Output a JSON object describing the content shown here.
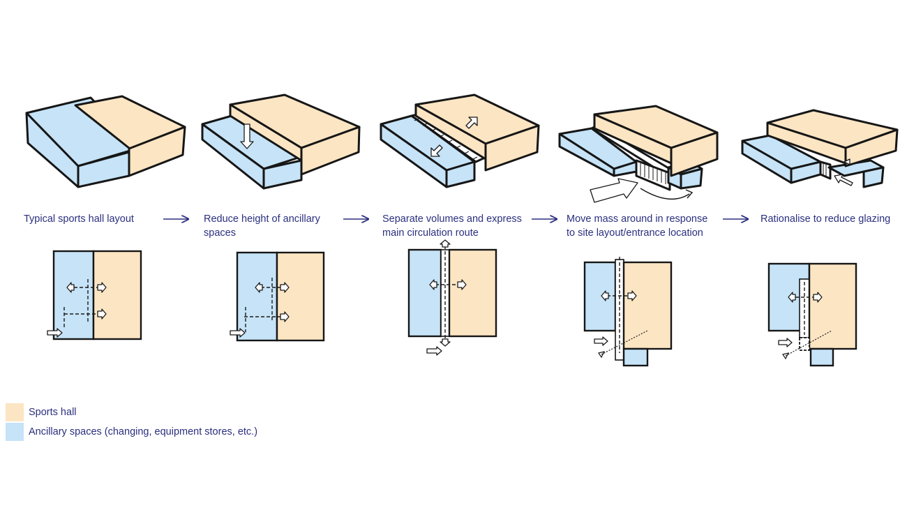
{
  "colors": {
    "sports_hall": "#fce5c3",
    "ancillary": "#c6e3f7",
    "text": "#2a2f7e",
    "ink": "#161616"
  },
  "steps": [
    {
      "label": "Typical sports hall layout"
    },
    {
      "label": "Reduce height of ancillary\nspaces"
    },
    {
      "label": "Separate volumes and express\nmain circulation route"
    },
    {
      "label": "Move mass around in response\nto site layout/entrance location"
    },
    {
      "label": "Rationalise to reduce glazing"
    }
  ],
  "legend": [
    {
      "label": "Sports hall",
      "color_key": "sports_hall"
    },
    {
      "label": "Ancillary spaces (changing, equipment stores, etc.)",
      "color_key": "ancillary"
    }
  ]
}
